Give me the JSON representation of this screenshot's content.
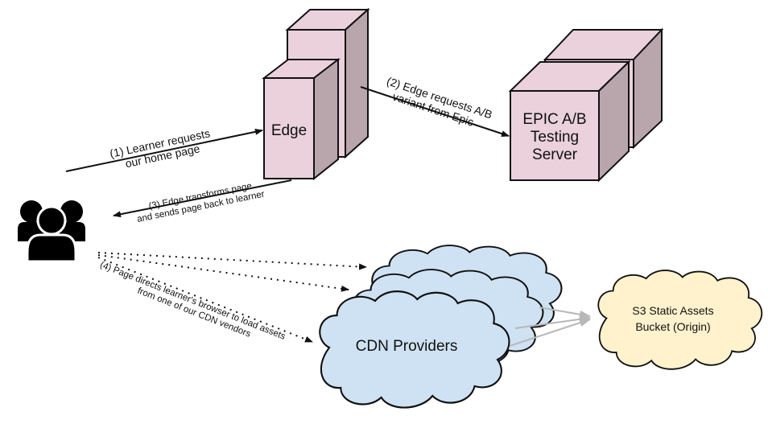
{
  "nodes": {
    "edge": {
      "label": "Edge",
      "fill": "#ead1dc",
      "side": "#b9a6ad"
    },
    "epic": {
      "label_lines": [
        "EPIC A/B",
        "Testing",
        "Server"
      ],
      "fill": "#ead1dc",
      "side": "#b9a6ad"
    },
    "cdn": {
      "label": "CDN Providers",
      "fill": "#cfe2f3"
    },
    "origin": {
      "label_lines": [
        "S3 Static Assets",
        "Bucket (Origin)"
      ],
      "fill": "#fff2cc"
    },
    "learners": {
      "icon": "users-group-icon"
    }
  },
  "edges": {
    "step1": {
      "lines": [
        "(1) Learner requests",
        "our home page"
      ]
    },
    "step2": {
      "lines": [
        "(2) Edge requests A/B",
        "variant from Epic"
      ]
    },
    "step3": {
      "lines": [
        "(3) Edge transforms page",
        "and sends page back to learner"
      ]
    },
    "step4": {
      "lines": [
        "(4) Page directs learner's browser to load assets",
        "from one of our CDN vendors"
      ]
    }
  },
  "colors": {
    "stroke": "#111111",
    "grey_arrow": "#b7b7b7"
  }
}
